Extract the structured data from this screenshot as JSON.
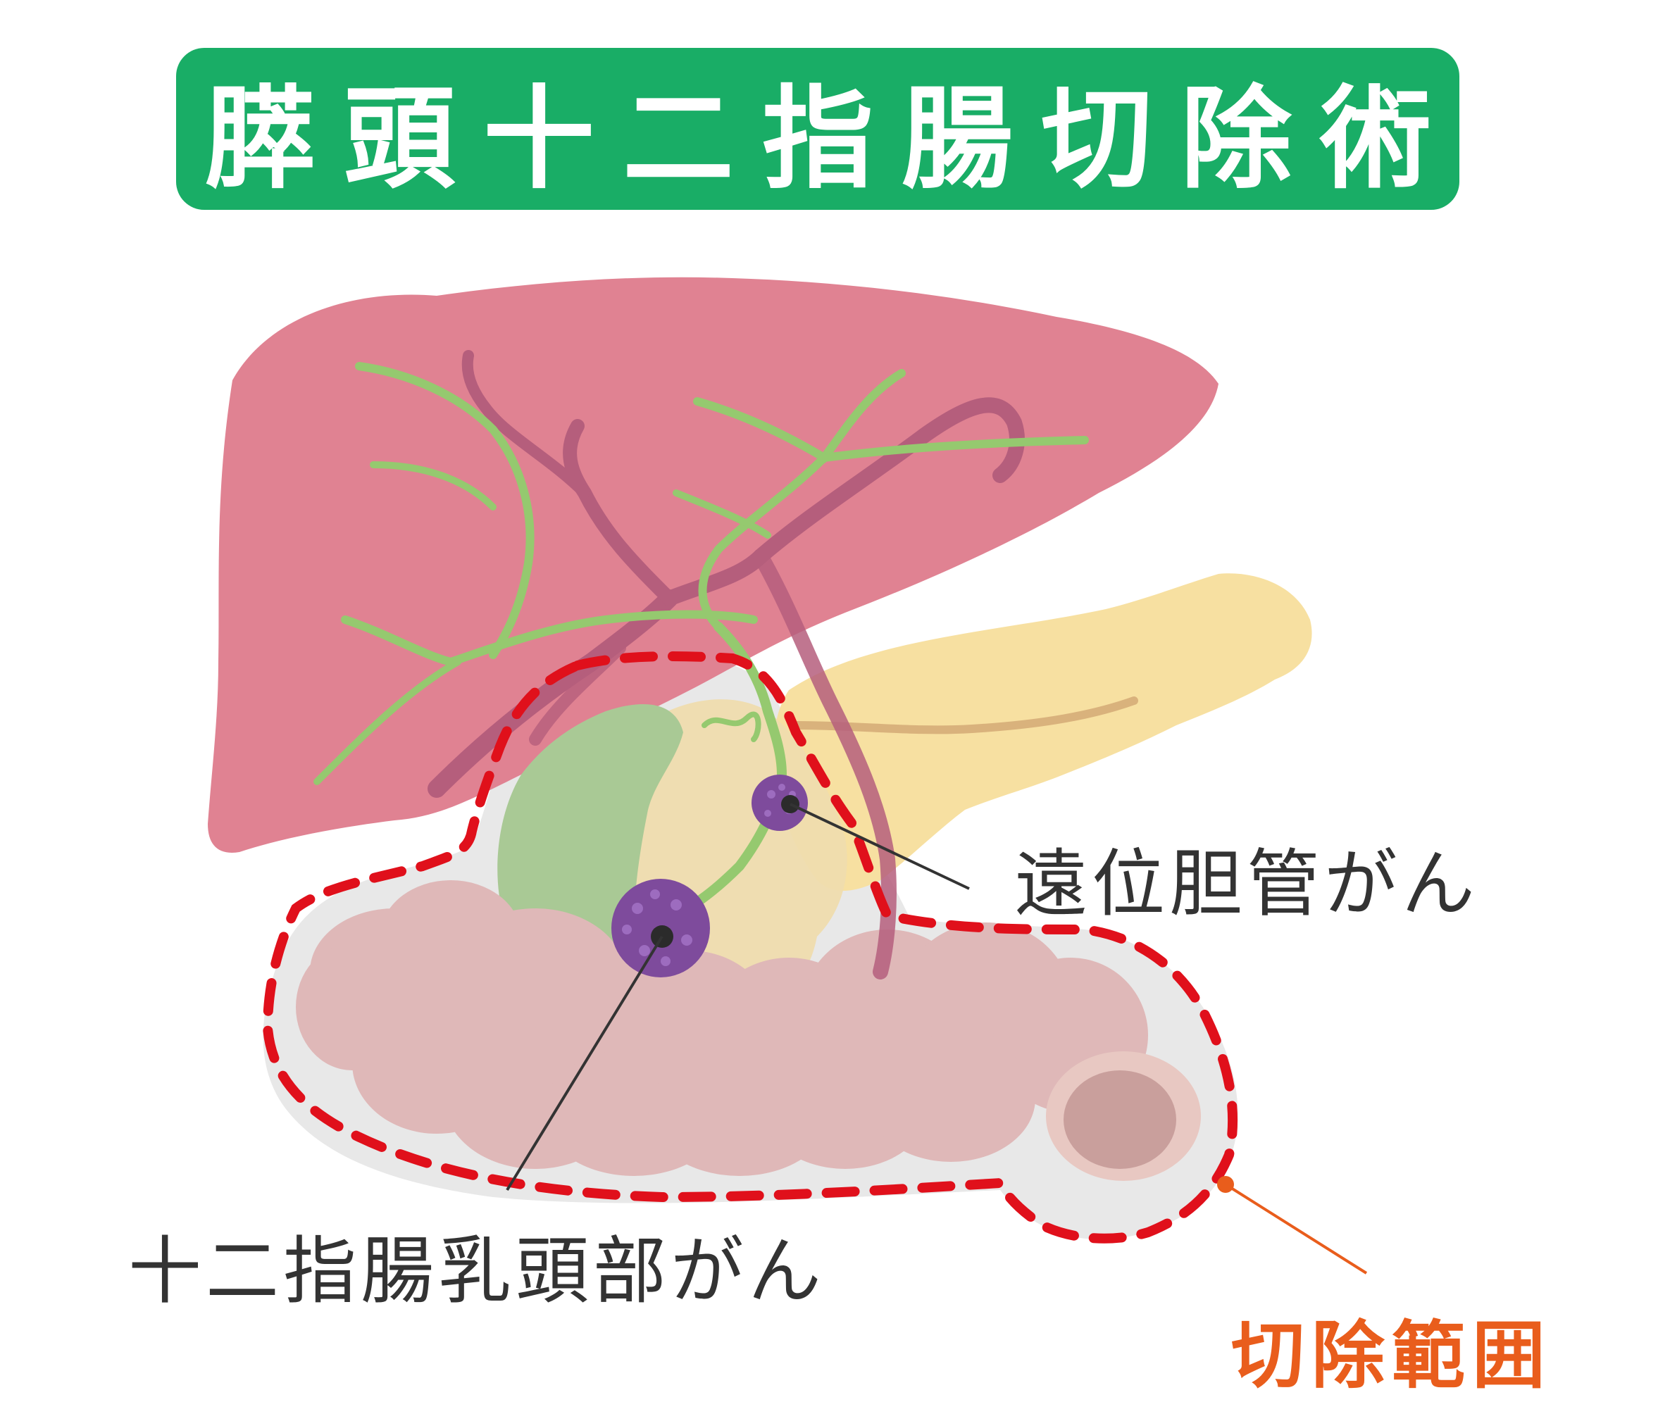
{
  "title": "膵頭十二指腸切除術",
  "labels": {
    "distal_bile_duct_cancer": "遠位胆管がん",
    "ampullary_cancer": "十二指腸乳頭部がん",
    "resection_range": "切除範囲"
  },
  "colors": {
    "title_background": "#19ad66",
    "title_text": "#ffffff",
    "liver": "#e08292",
    "blood_vessel": "#b55e7c",
    "bile_duct": "#95c96f",
    "pancreas": "#f7e0a1",
    "duodenum": "#dfb8b8",
    "gallbladder": "#a9c995",
    "tumor": "#7e4b9c",
    "resection_line": "#e0101b",
    "resection_area": "#e8e8e8",
    "resection_label": "#e95d1c",
    "label_text": "#333333"
  }
}
